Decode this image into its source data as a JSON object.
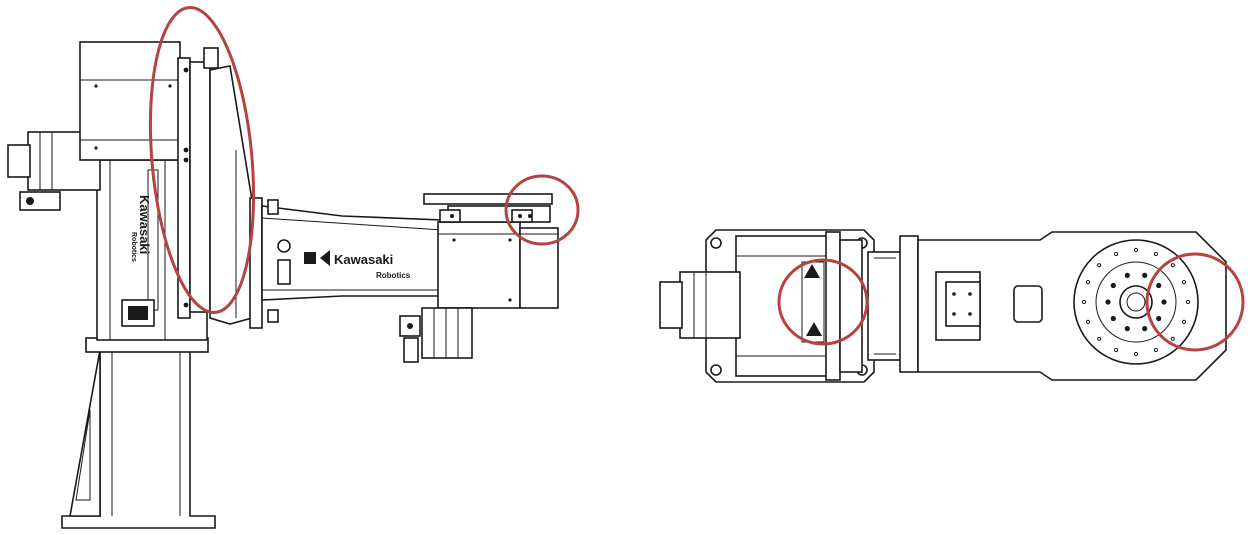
{
  "colors": {
    "line": "#1a1a1a",
    "highlight": "#b5443f",
    "background": "#ffffff"
  },
  "side_view": {
    "brand": "Kawasaki",
    "brand_sub": "Robotics",
    "column_brand": "Kawasaki",
    "column_brand_sub": "Robotics"
  },
  "top_view": {
    "icons": [
      "warning-triangle-icon",
      "warning-triangle-icon"
    ]
  },
  "highlights": [
    {
      "view": "side",
      "target": "wrist-flange-joint"
    },
    {
      "view": "side",
      "target": "tool-mounting-plate-edge"
    },
    {
      "view": "top",
      "target": "joint-cover-with-warning-labels"
    },
    {
      "view": "top",
      "target": "turntable-edge"
    }
  ]
}
